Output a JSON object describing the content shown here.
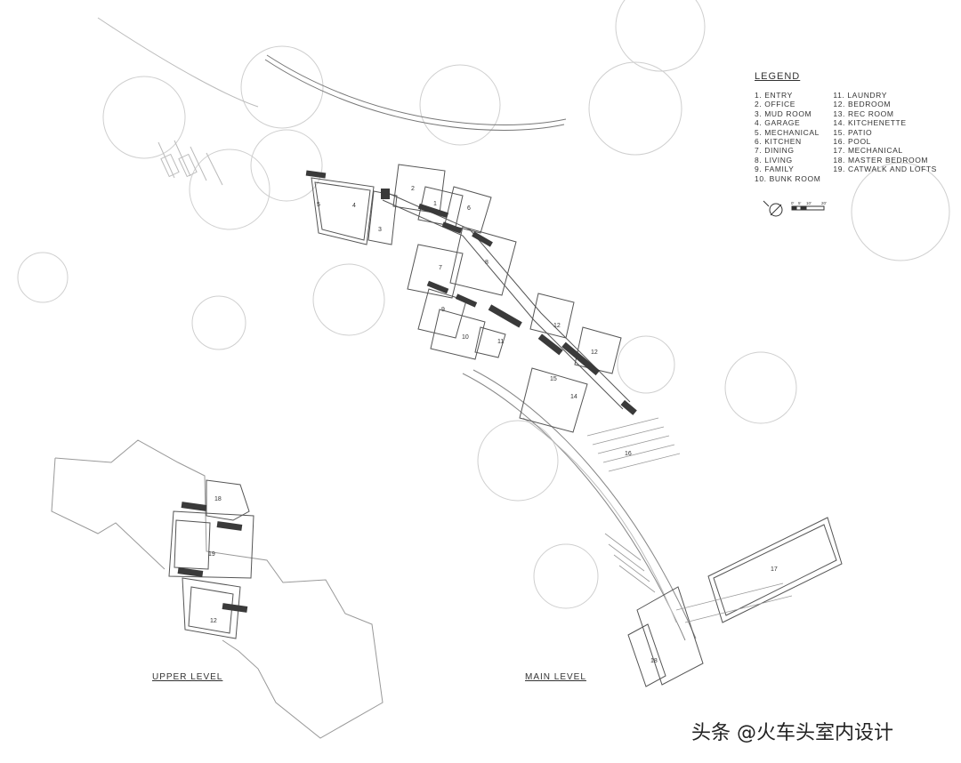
{
  "legend": {
    "title": "LEGEND",
    "items": [
      "1. ENTRY",
      "2. OFFICE",
      "3. MUD ROOM",
      "4. GARAGE",
      "5. MECHANICAL",
      "6. KITCHEN",
      "7. DINING",
      "8. LIVING",
      "9. FAMILY",
      "10. BUNK ROOM",
      "11. LAUNDRY",
      "12. BEDROOM",
      "13. REC ROOM",
      "14. KITCHENETTE",
      "15. PATIO",
      "16. POOL",
      "17. MECHANICAL",
      "18. MASTER BEDROOM",
      "19. CATWALK AND LOFTS"
    ]
  },
  "labels": {
    "upper_level": "UPPER LEVEL",
    "main_level": "MAIN LEVEL"
  },
  "scale_bar": {
    "ticks": [
      "0'",
      "5'",
      "10'",
      "20'"
    ]
  },
  "room_numbers": {
    "r1": "1",
    "r2": "2",
    "r3": "3",
    "r4": "4",
    "r5": "5",
    "r6": "6",
    "r7": "7",
    "r8": "8",
    "r9": "9",
    "r10": "10",
    "r11": "11",
    "r12a": "12",
    "r12b": "12",
    "r14": "14",
    "r15": "15",
    "r16": "16",
    "r17": "17",
    "r18": "18",
    "u18": "18",
    "u19": "19",
    "u12": "12"
  },
  "watermark": "头条 @火车头室内设计",
  "colors": {
    "line": "#555555",
    "light_line": "#c8c8c8",
    "wall": "#3a3a3a"
  }
}
